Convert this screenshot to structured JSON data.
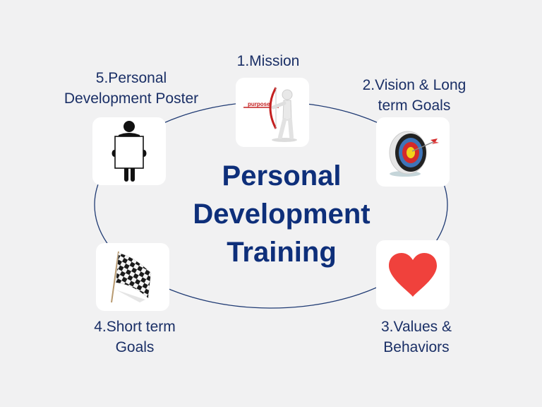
{
  "title": {
    "lines": [
      "Personal",
      "Development",
      "Training"
    ]
  },
  "steps": [
    {
      "number": "1",
      "lines": [
        "1.Mission"
      ],
      "icon": "archer-purpose-icon",
      "icon_text": "purpose"
    },
    {
      "number": "2",
      "lines": [
        "2.Vision & Long",
        "term Goals"
      ],
      "icon": "target-arrow-icon"
    },
    {
      "number": "3",
      "lines": [
        "3.Values &",
        "Behaviors"
      ],
      "icon": "heart-icon"
    },
    {
      "number": "4",
      "lines": [
        "4.Short term",
        "Goals"
      ],
      "icon": "checkered-flag-icon"
    },
    {
      "number": "5",
      "lines": [
        "5.Personal",
        "Development Poster"
      ],
      "icon": "person-holding-poster-icon"
    }
  ],
  "colors": {
    "background": "#f1f1f2",
    "title": "#0e2f7a",
    "label": "#1a2f66",
    "ring": "#1f3a73",
    "heart": "#f0413c",
    "card": "#ffffff"
  }
}
